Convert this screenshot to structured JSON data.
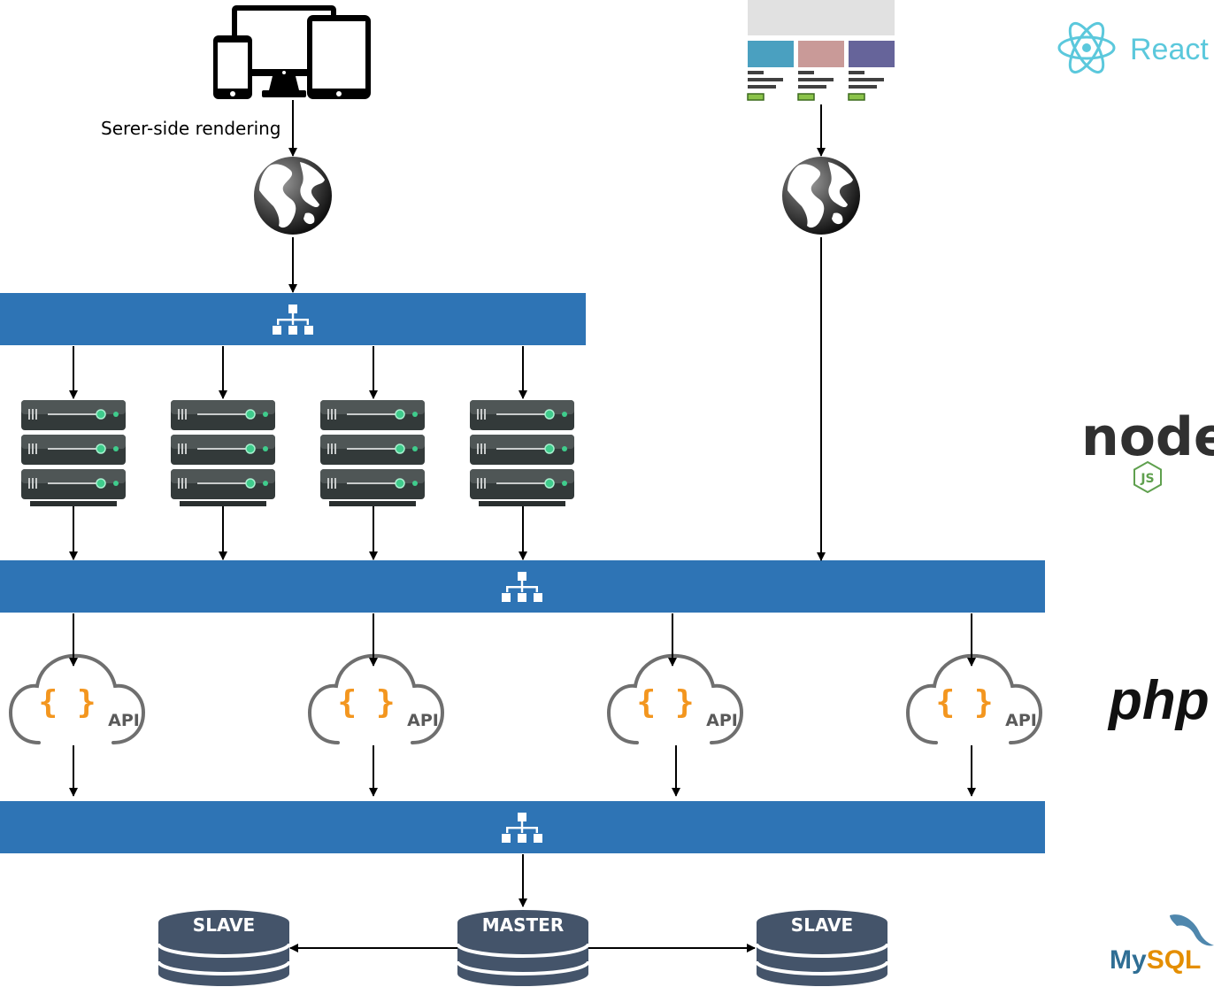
{
  "labels": {
    "ssr": "Serer-side rendering",
    "api": "API",
    "api_brace": "{ }",
    "master": "MASTER",
    "slave": "SLAVE"
  },
  "logos": {
    "react": "React",
    "php": "php",
    "mysql_my": "My",
    "mysql_sql": "SQL",
    "node": "node",
    "node_js": "JS"
  },
  "icons": {
    "devices": "devices-icon",
    "spa": "spa-layout-icon",
    "globe": "globe-icon",
    "balancer": "load-balancer-icon",
    "server": "server-rack-icon",
    "api_cloud": "api-cloud-icon",
    "database": "database-icon",
    "react": "react-logo",
    "node": "nodejs-logo",
    "php": "php-logo",
    "mysql": "mysql-logo"
  },
  "colors": {
    "band": "#2e74b5",
    "server_dark": "#333a3a",
    "server_mid": "#4f5656",
    "server_led": "#3fcc8c",
    "cloud_stroke": "#6f6f6f",
    "brace": "#f3961f",
    "database": "#44546a",
    "spa_blue": "#4aa0c0",
    "spa_pink": "#c99a98",
    "spa_purple": "#66649a",
    "react": "#5bc8dc",
    "node_green": "#5fa04e"
  }
}
